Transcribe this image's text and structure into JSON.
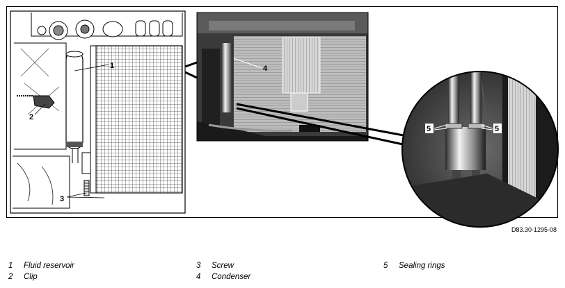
{
  "figure": {
    "code": "D83.30-1295-08",
    "callouts": {
      "c1": "1",
      "c2": "2",
      "c3": "3",
      "c4": "4",
      "c5a": "5",
      "c5b": "5"
    }
  },
  "legend": [
    {
      "num": "1",
      "text": "Fluid reservoir"
    },
    {
      "num": "2",
      "text": "Clip"
    },
    {
      "num": "3",
      "text": "Screw"
    },
    {
      "num": "4",
      "text": "Condenser"
    },
    {
      "num": "5",
      "text": "Sealing rings"
    }
  ]
}
